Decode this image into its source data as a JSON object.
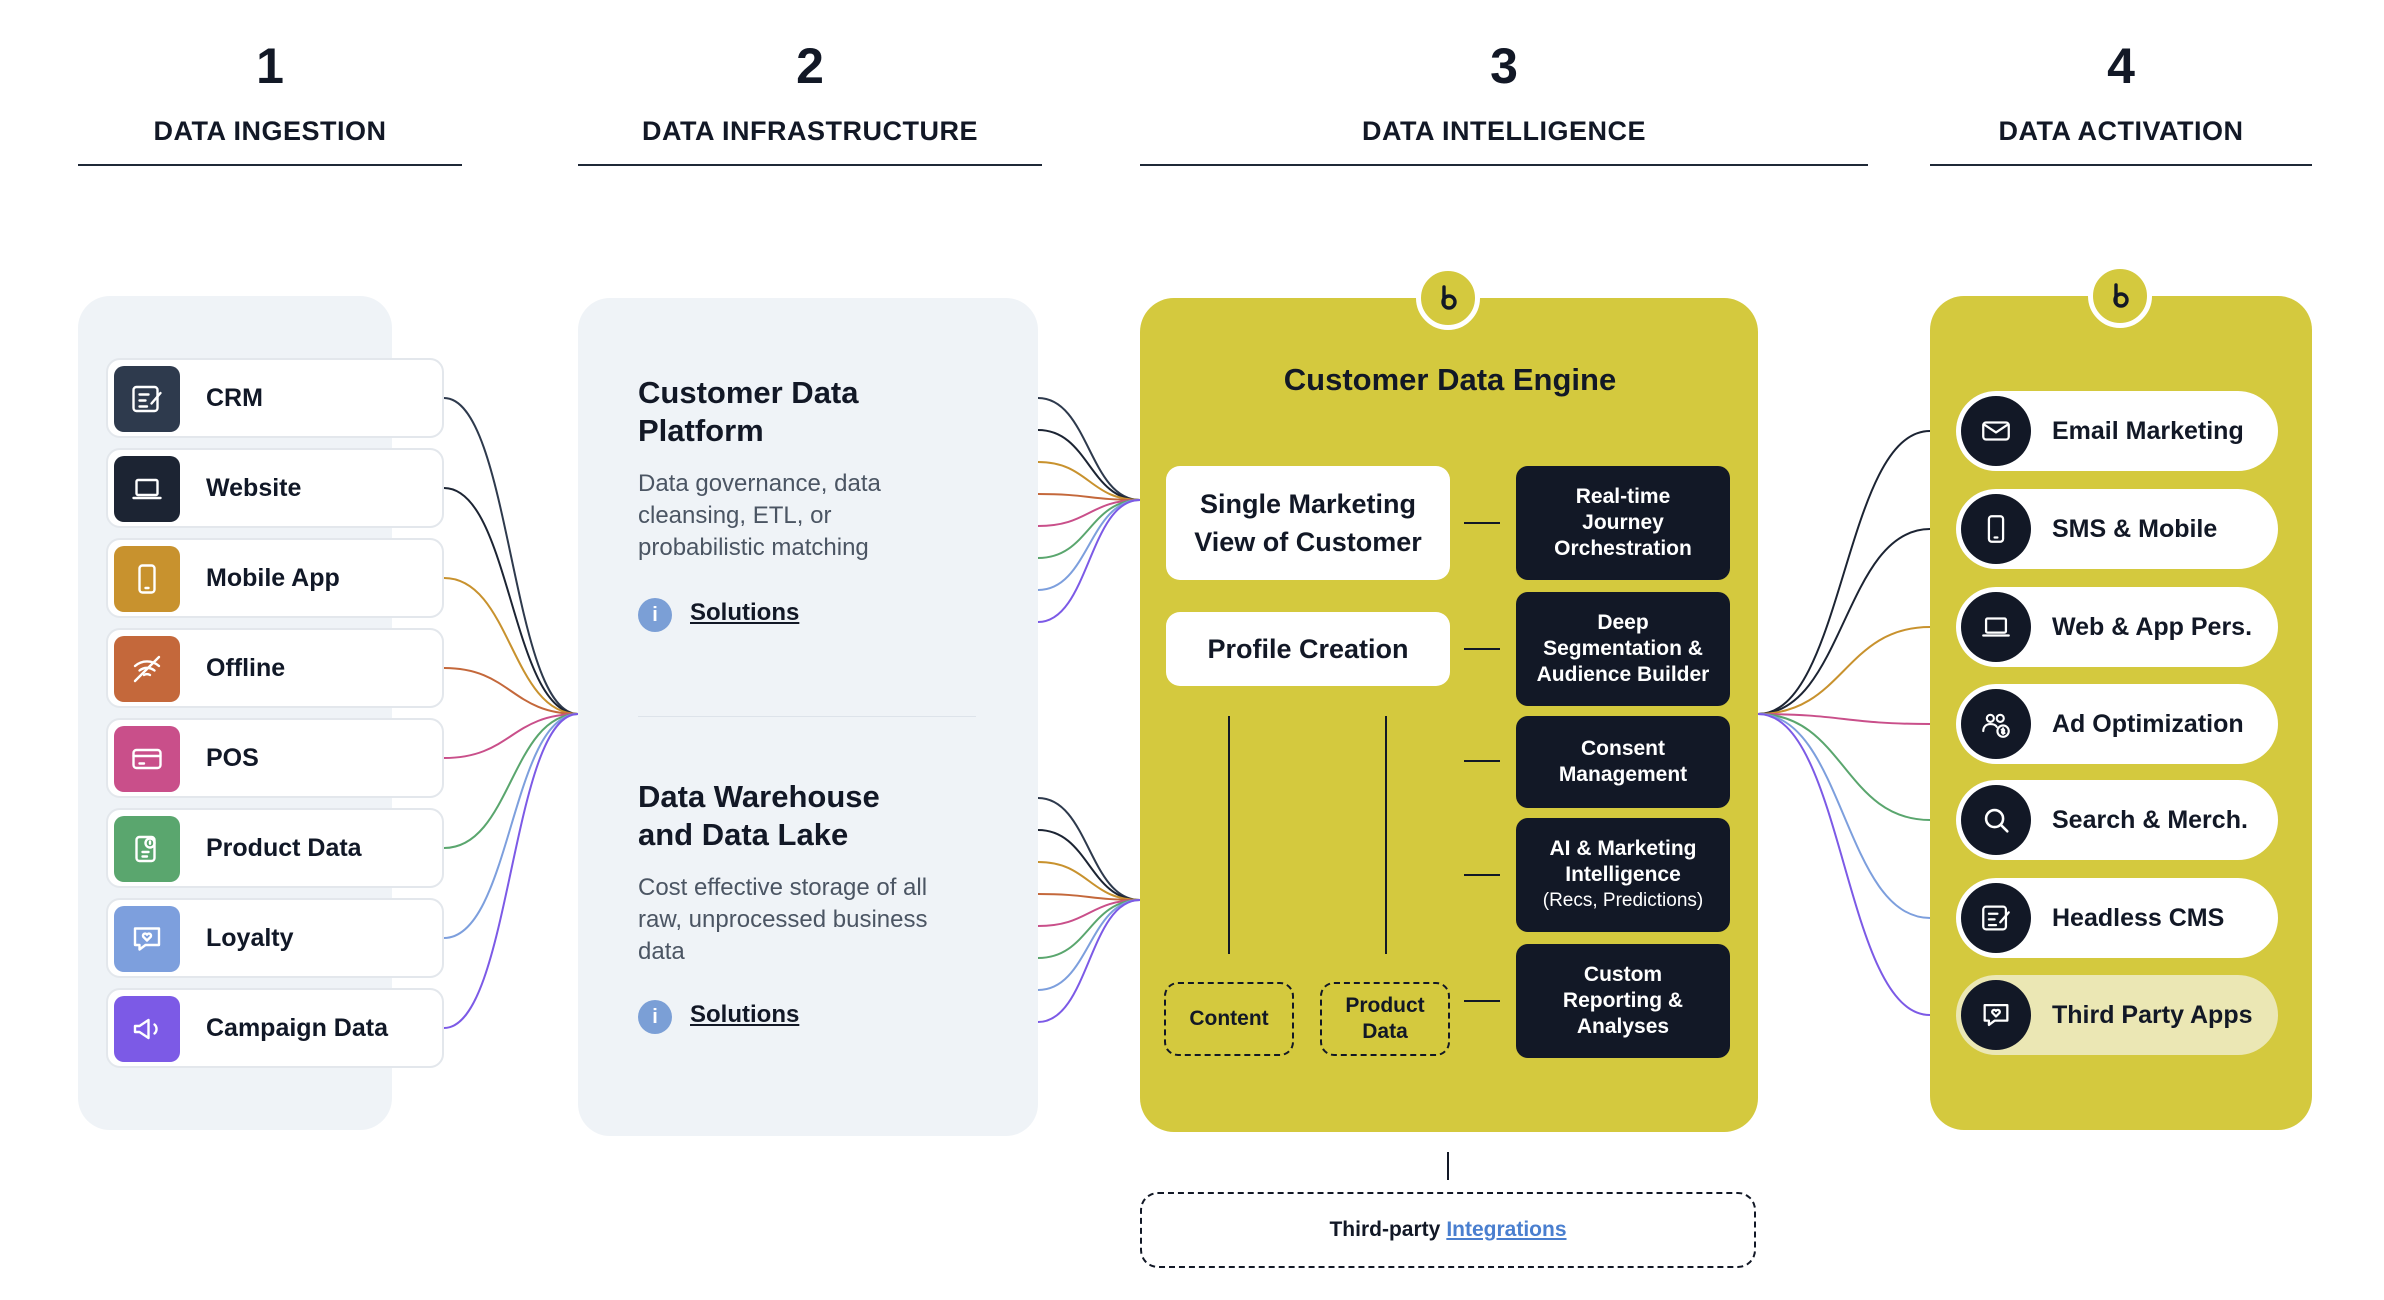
{
  "columns": [
    {
      "number": "1",
      "title": "DATA INGESTION"
    },
    {
      "number": "2",
      "title": "DATA INFRASTRUCTURE"
    },
    {
      "number": "3",
      "title": "DATA INTELLIGENCE"
    },
    {
      "number": "4",
      "title": "DATA ACTIVATION"
    }
  ],
  "ingestion": {
    "sources": [
      {
        "label": "CRM",
        "icon": "crm-icon",
        "color": "#2e3a4d"
      },
      {
        "label": "Website",
        "icon": "laptop-icon",
        "color": "#1c2433"
      },
      {
        "label": "Mobile App",
        "icon": "mobile-icon",
        "color": "#c8922e"
      },
      {
        "label": "Offline",
        "icon": "offline-icon",
        "color": "#c4683b"
      },
      {
        "label": "POS",
        "icon": "card-icon",
        "color": "#c94f8a"
      },
      {
        "label": "Product Data",
        "icon": "product-icon",
        "color": "#5aa66e"
      },
      {
        "label": "Loyalty",
        "icon": "loyalty-icon",
        "color": "#7d9fdd"
      },
      {
        "label": "Campaign Data",
        "icon": "megaphone-icon",
        "color": "#7c5ae6"
      }
    ]
  },
  "infrastructure": {
    "cdp": {
      "title_line1": "Customer Data",
      "title_line2": "Platform",
      "desc_line1": "Data governance, data",
      "desc_line2": "cleansing, ETL, or",
      "desc_line3": "probabilistic matching",
      "info": "i",
      "link": "Solutions"
    },
    "warehouse": {
      "title_line1": "Data Warehouse",
      "title_line2": "and Data Lake",
      "desc_line1": "Cost effective storage of all",
      "desc_line2": "raw, unprocessed business",
      "desc_line3": "data",
      "info": "i",
      "link": "Solutions"
    }
  },
  "intelligence": {
    "title": "Customer Data Engine",
    "badge_icon": "brand-b-icon",
    "single_view": {
      "line1": "Single Marketing",
      "line2": "View of Customer"
    },
    "profile": "Profile Creation",
    "capabilities": [
      {
        "lines": [
          "Real-time",
          "Journey",
          "Orchestration"
        ],
        "sub": ""
      },
      {
        "lines": [
          "Deep",
          "Segmentation &",
          "Audience Builder"
        ],
        "sub": ""
      },
      {
        "lines": [
          "Consent",
          "Management"
        ],
        "sub": ""
      },
      {
        "lines": [
          "AI & Marketing",
          "Intelligence"
        ],
        "sub": "(Recs, Predictions)"
      },
      {
        "lines": [
          "Custom",
          "Reporting &",
          "Analyses"
        ],
        "sub": ""
      }
    ],
    "content": "Content",
    "product_data": {
      "line1": "Product",
      "line2": "Data"
    },
    "third_party": {
      "text": "Third-party",
      "link": "Integrations"
    }
  },
  "activation": {
    "badge_icon": "brand-b-icon",
    "channels": [
      {
        "label": "Email Marketing",
        "icon": "email-icon",
        "highlight": false
      },
      {
        "label": "SMS & Mobile",
        "icon": "mobile-icon",
        "highlight": false
      },
      {
        "label": "Web & App Pers.",
        "icon": "laptop-icon",
        "highlight": false
      },
      {
        "label": "Ad Optimization",
        "icon": "audience-dollar-icon",
        "highlight": false
      },
      {
        "label": "Search & Merch.",
        "icon": "search-icon",
        "highlight": false
      },
      {
        "label": "Headless CMS",
        "icon": "cms-icon",
        "highlight": false
      },
      {
        "label": "Third Party Apps",
        "icon": "chat-heart-icon",
        "highlight": true
      }
    ]
  },
  "colors": {
    "grey_panel": "#eff3f7",
    "yellow_panel": "#d4c93e",
    "dark": "#121826",
    "link_blue": "#4a7fcf",
    "info_blue": "#7b9fd6"
  },
  "connector_colors": [
    "#2e3a4d",
    "#1c2433",
    "#c8922e",
    "#c4683b",
    "#c94f8a",
    "#5aa66e",
    "#7d9fdd",
    "#7c5ae6"
  ]
}
